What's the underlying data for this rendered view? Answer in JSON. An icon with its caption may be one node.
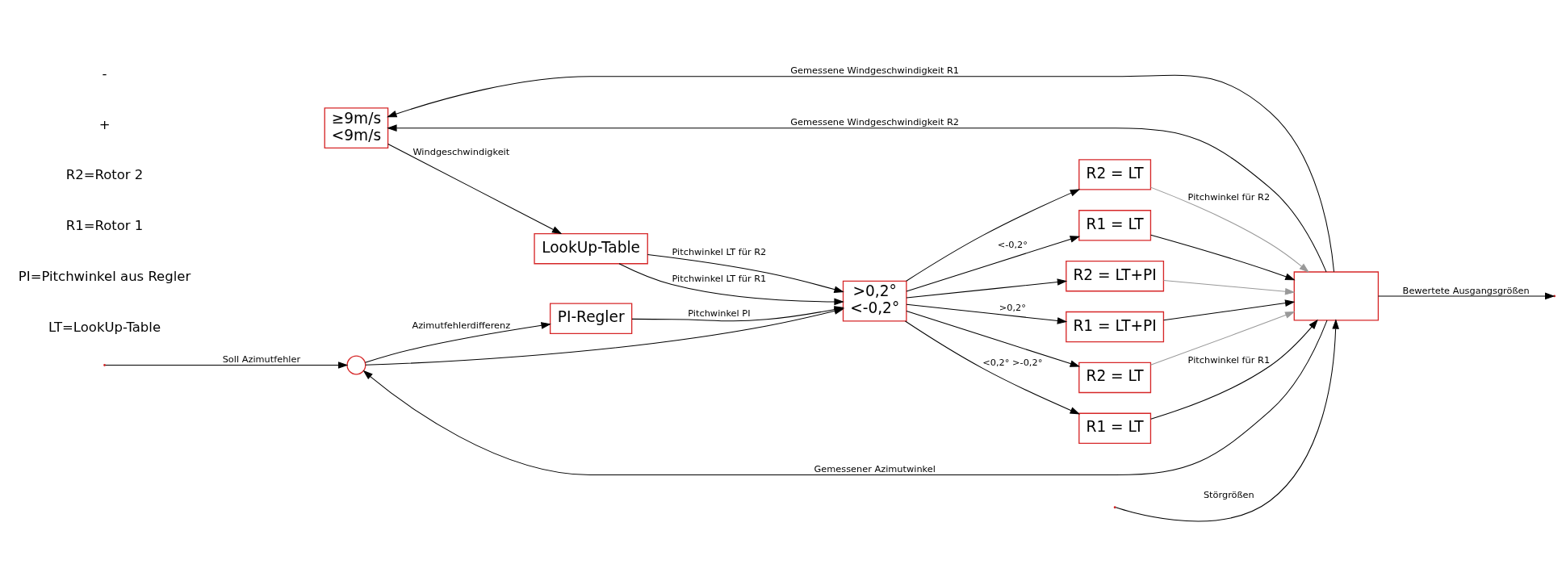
{
  "diagram": {
    "nodes": [
      {
        "text": [
          "≥9m/s",
          "<9m/s"
        ]
      },
      {
        "text": [
          "LookUp-Table"
        ]
      },
      {
        "text": [],
        "shape": "circle"
      },
      {
        "text": [
          "PI-Regler"
        ]
      },
      {
        "text": [
          ">0,2°",
          "<-0,2°"
        ]
      },
      {
        "text": [
          "R1 = LT+PI"
        ]
      },
      {
        "text": [
          "R2 = LT"
        ]
      },
      {
        "text": [
          "R1 = LT"
        ]
      },
      {
        "text": [
          "R2 = LT"
        ]
      },
      {
        "text": [
          "R1 = LT"
        ]
      },
      {
        "text": [
          "R2 = LT+PI"
        ]
      },
      {
        "text": [],
        "shape": "box"
      }
    ],
    "edges": [
      {
        "from": null,
        "to": 2,
        "arrow": "to",
        "label": "Soll Azimutfehler"
      },
      {
        "from": 11,
        "to": 2,
        "arrow": "to",
        "label": "Gemessener Azimutwinkel"
      },
      {
        "from": 2,
        "to": 3,
        "arrow": "to",
        "label": "Azimutfehlerdifferenz"
      },
      {
        "from": 2,
        "to": 4,
        "arrow": "to"
      },
      {
        "from": 3,
        "to": 4,
        "arrow": "to",
        "label": "Pitchwinkel PI"
      },
      {
        "from": 1,
        "to": 4,
        "arrow": "to",
        "label": "Pitchwinkel LT für R1"
      },
      {
        "from": 1,
        "to": 4,
        "arrow": "to",
        "label": "Pitchwinkel LT für R2"
      },
      {
        "from": 0,
        "to": 1,
        "arrow": "to",
        "label": "Windgeschwindigkeit"
      },
      {
        "from": 11,
        "to": 0,
        "arrow": "to",
        "label": "Gemessene Windgeschwindigkeit R1"
      },
      {
        "from": 11,
        "to": 0,
        "arrow": "to",
        "label": "Gemessene Windgeschwindigkeit R2"
      },
      {
        "from": 4,
        "to": 5,
        "arrow": "to",
        "label": ">0,2°"
      },
      {
        "from": 4,
        "to": 6,
        "arrow": "to"
      },
      {
        "from": 4,
        "to": 7,
        "arrow": "to",
        "label": "<0,2° >-0,2°"
      },
      {
        "from": 4,
        "to": 8,
        "arrow": "to"
      },
      {
        "from": 4,
        "to": 9,
        "arrow": "to",
        "label": "<-0,2°"
      },
      {
        "from": 4,
        "to": 10,
        "arrow": "to"
      },
      {
        "from": 5,
        "to": 11,
        "arrow": "to"
      },
      {
        "from": 7,
        "to": 11,
        "arrow": "to",
        "label": "Pitchwinkel für R1"
      },
      {
        "from": 9,
        "to": 11,
        "arrow": "to"
      },
      {
        "from": 6,
        "to": 11,
        "arrow": "to",
        "color": "#999999"
      },
      {
        "from": 8,
        "to": 11,
        "arrow": "to",
        "label": "Pitchwinkel für R2",
        "color": "#999999"
      },
      {
        "from": 10,
        "to": 11,
        "arrow": "to",
        "color": "#999999"
      },
      {
        "from": null,
        "to": 11,
        "arrow": "to",
        "label": "Störgrößen"
      },
      {
        "from": 11,
        "to": null,
        "arrow": "to",
        "label": "Bewertete Ausgangsgrößen"
      }
    ],
    "labels": [
      "LT=LookUp-Table",
      "PI=Pitchwinkel aus Regler",
      "R1=Rotor 1",
      "R2=Rotor 2",
      "+",
      "-"
    ]
  }
}
